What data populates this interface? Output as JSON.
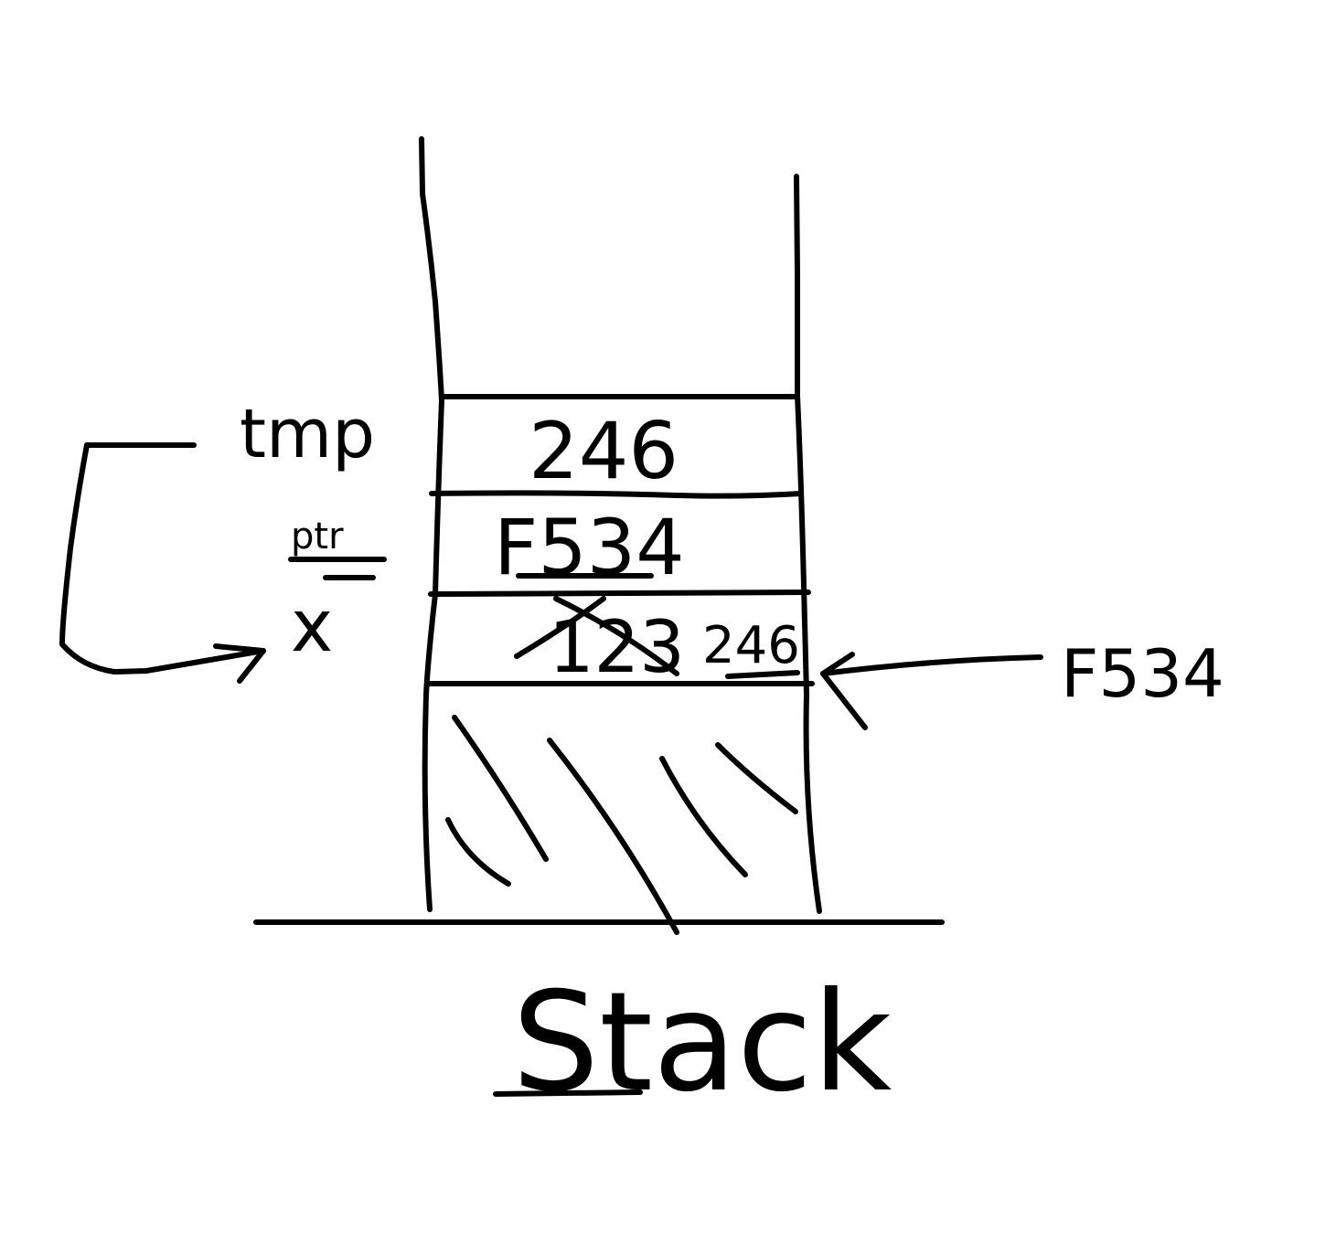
{
  "title": "Stack",
  "slots": [
    {
      "name": "tmp",
      "value": "246"
    },
    {
      "name": "ptr",
      "value": "F534"
    },
    {
      "name": "x",
      "old_value": "123",
      "value": "246"
    }
  ],
  "pointer_label": "F534",
  "colors": {
    "ink": "#000000",
    "background": "#ffffff"
  }
}
